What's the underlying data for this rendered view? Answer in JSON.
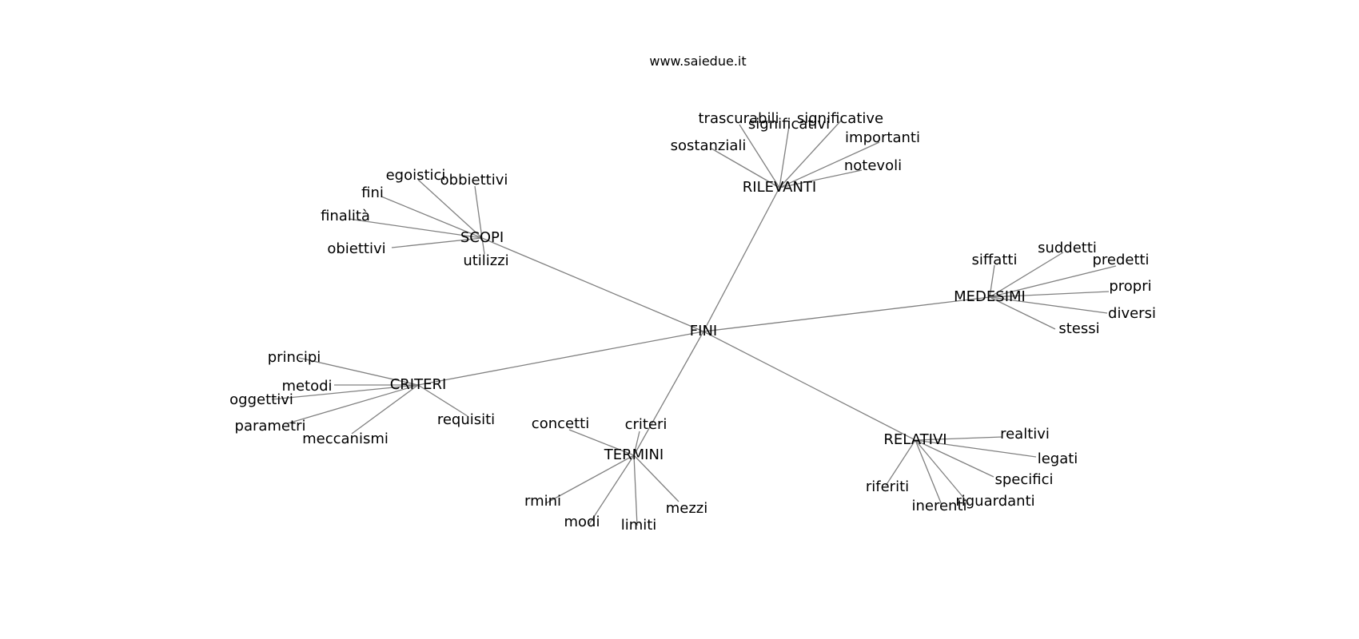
{
  "title": "www.saiedue.it",
  "center": "FINI",
  "groups": [
    {
      "hub": "SCOPI",
      "leaves": [
        "egoistici",
        "obbiettivi",
        "fini",
        "finalità",
        "obiettivi",
        "utilizzi"
      ]
    },
    {
      "hub": "RILEVANTI",
      "leaves": [
        "trascurabili",
        "significativi",
        "significative",
        "sostanziali",
        "importanti",
        "notevoli"
      ]
    },
    {
      "hub": "MEDESIMI",
      "leaves": [
        "siffatti",
        "suddetti",
        "predetti",
        "propri",
        "diversi",
        "stessi"
      ]
    },
    {
      "hub": "CRITERI",
      "leaves": [
        "principi",
        "metodi",
        "oggettivi",
        "parametri",
        "meccanismi",
        "requisiti"
      ]
    },
    {
      "hub": "TERMINI",
      "leaves": [
        "concetti",
        "criteri",
        "rmini",
        "modi",
        "limiti",
        "mezzi"
      ]
    },
    {
      "hub": "RELATIVI",
      "leaves": [
        "realtivi",
        "legati",
        "specifici",
        "riferiti",
        "inerenti",
        "riguardanti"
      ]
    }
  ]
}
